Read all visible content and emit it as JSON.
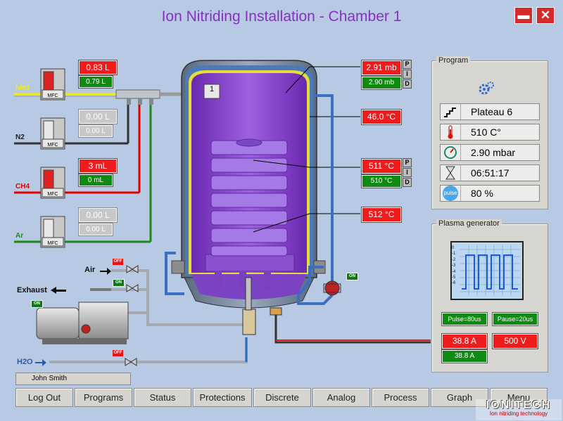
{
  "title": "Ion Nitriding Installation - Chamber 1",
  "window": {
    "minimize": "▬",
    "close": "✕"
  },
  "gases": [
    {
      "name": "NH3",
      "color": "#f0f000",
      "setpoint": "0.83 L",
      "actual": "0.79 L",
      "active": true,
      "mfc": "MFC"
    },
    {
      "name": "N2",
      "color": "#222222",
      "setpoint": "0.00 L",
      "actual": "0.00 L",
      "active": false,
      "mfc": "MFC"
    },
    {
      "name": "CH4",
      "color": "#e00000",
      "setpoint": "3 mL",
      "actual": "0 mL",
      "active": true,
      "mfc": "MFC"
    },
    {
      "name": "Ar",
      "color": "#1a8a1a",
      "setpoint": "0.00 L",
      "actual": "0.00 L",
      "active": false,
      "mfc": "MFC"
    }
  ],
  "chamber": {
    "number": "1",
    "pressure_set": "2.91 mb",
    "pressure_actual": "2.90 mb",
    "wall_temp": "46.0 °C",
    "load_temp_set": "511 °C",
    "load_temp_actual": "510 °C",
    "load_temp2": "512 °C",
    "pid": [
      "P",
      "I",
      "D"
    ]
  },
  "utilities": {
    "air": "Air",
    "air_state": "OFF",
    "exhaust": "Exhaust",
    "exhaust_valve_state": "ON",
    "pump_state": "ON",
    "h2o": "H2O",
    "h2o_state": "OFF",
    "circ_pump_state": "ON"
  },
  "program": {
    "title": "Program",
    "rows": [
      {
        "icon": "stairs-icon",
        "value": "Plateau 6"
      },
      {
        "icon": "thermometer-icon",
        "value": "510 C°"
      },
      {
        "icon": "gauge-icon",
        "value": "2.90 mbar"
      },
      {
        "icon": "hourglass-icon",
        "value": "06:51:17"
      },
      {
        "icon": "pulse-icon",
        "value": "80 %",
        "icon_text": "pulse"
      }
    ]
  },
  "plasma": {
    "title": "Plasma generator",
    "scope_ticks": [
      "0",
      "-1",
      "-2",
      "-3",
      "-4",
      "-5",
      "-6"
    ],
    "pulse": "Pulse=80us",
    "pause": "Pause=20us",
    "current_set": "38.8 A",
    "current_actual": "38.8 A",
    "voltage": "500 V"
  },
  "user": "John Smith",
  "nav": [
    "Log Out",
    "Programs",
    "Status",
    "Protections",
    "Discrete",
    "Analog",
    "Process",
    "Graph",
    "Menu"
  ],
  "logo": {
    "name": "IONITECH",
    "tagline": "Ion nitriding technology"
  },
  "colors": {
    "active_red": "#ee1c1c",
    "ok_green": "#0f8a12",
    "chamber_purple": "#8a3fd0",
    "background": "#b7c9e3"
  }
}
